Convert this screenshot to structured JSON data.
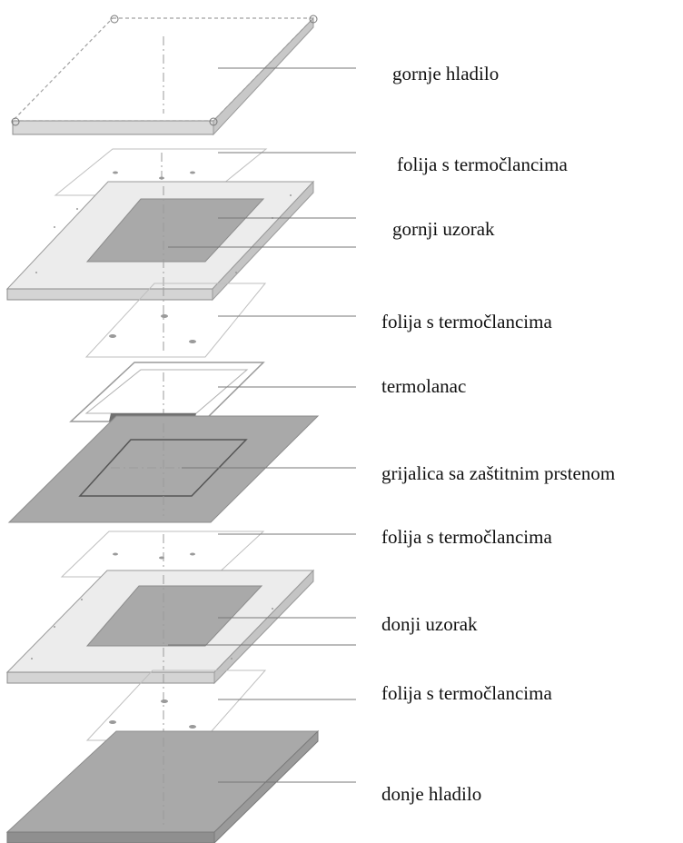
{
  "labels": {
    "upper_cooler": "gornje hladilo",
    "foil_1": "folija s termočlancima",
    "upper_sample": "gornji uzorak",
    "foil_2": "folija s termočlancima",
    "thermocouple": "termolanac",
    "heater": "grijalica sa zaštitnim prstenom",
    "foil_3": "folija s termočlancima",
    "lower_sample": "donji uzorak",
    "foil_4": "folija s termočlancima",
    "lower_cooler": "donje hladilo"
  },
  "colors": {
    "plate_grey": "#a9a9a9",
    "sample_light": "#e9e9e9",
    "outline": "#8c8c8c",
    "leader_line": "#777777",
    "text": "#111111"
  }
}
